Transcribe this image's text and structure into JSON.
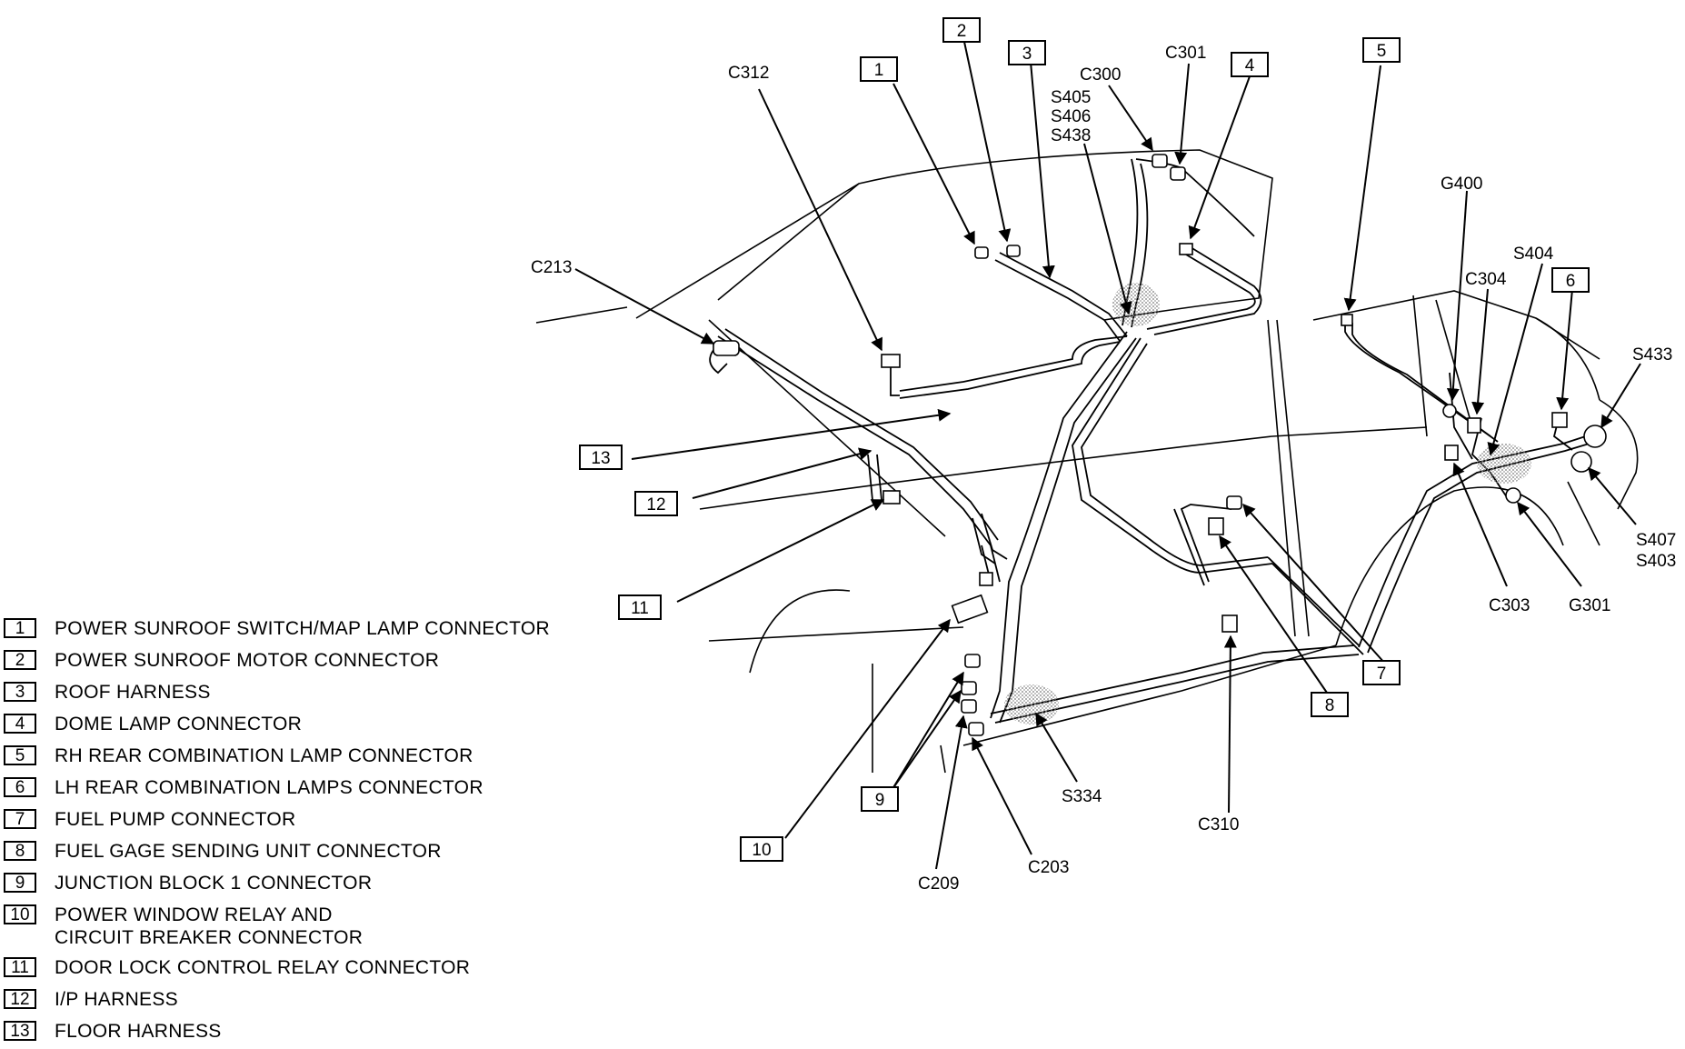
{
  "diagram": {
    "callouts": [
      {
        "num": "1",
        "ref": "c1"
      },
      {
        "num": "2",
        "ref": "c2"
      },
      {
        "num": "3",
        "ref": "c3"
      },
      {
        "num": "4",
        "ref": "c4"
      },
      {
        "num": "5",
        "ref": "c5"
      },
      {
        "num": "6",
        "ref": "c6"
      },
      {
        "num": "7",
        "ref": "c7"
      },
      {
        "num": "8",
        "ref": "c8"
      },
      {
        "num": "9",
        "ref": "c9"
      },
      {
        "num": "10",
        "ref": "c10"
      },
      {
        "num": "11",
        "ref": "c11"
      },
      {
        "num": "12",
        "ref": "c12"
      },
      {
        "num": "13",
        "ref": "c13"
      }
    ],
    "labels": {
      "c312": "C312",
      "c300": "C300",
      "c301": "C301",
      "s405": "S405",
      "s406": "S406",
      "s438": "S438",
      "c213": "C213",
      "g400": "G400",
      "s404": "S404",
      "c304": "C304",
      "s433": "S433",
      "s407": "S407",
      "s403": "S403",
      "c303": "C303",
      "g301": "G301",
      "s334": "S334",
      "c310": "C310",
      "c209": "C209",
      "c203": "C203"
    }
  },
  "legend": {
    "items": [
      {
        "num": "1",
        "text": "POWER SUNROOF SWITCH/MAP LAMP CONNECTOR"
      },
      {
        "num": "2",
        "text": "POWER SUNROOF MOTOR CONNECTOR"
      },
      {
        "num": "3",
        "text": "ROOF HARNESS"
      },
      {
        "num": "4",
        "text": "DOME LAMP CONNECTOR"
      },
      {
        "num": "5",
        "text": "RH REAR COMBINATION LAMP CONNECTOR"
      },
      {
        "num": "6",
        "text": "LH REAR COMBINATION LAMPS CONNECTOR"
      },
      {
        "num": "7",
        "text": "FUEL PUMP CONNECTOR"
      },
      {
        "num": "8",
        "text": "FUEL GAGE SENDING UNIT CONNECTOR"
      },
      {
        "num": "9",
        "text": "JUNCTION BLOCK 1 CONNECTOR"
      },
      {
        "num": "10",
        "text": "POWER WINDOW RELAY AND\nCIRCUIT BREAKER CONNECTOR"
      },
      {
        "num": "11",
        "text": "DOOR LOCK CONTROL RELAY CONNECTOR"
      },
      {
        "num": "12",
        "text": "I/P HARNESS"
      },
      {
        "num": "13",
        "text": "FLOOR HARNESS"
      }
    ]
  }
}
